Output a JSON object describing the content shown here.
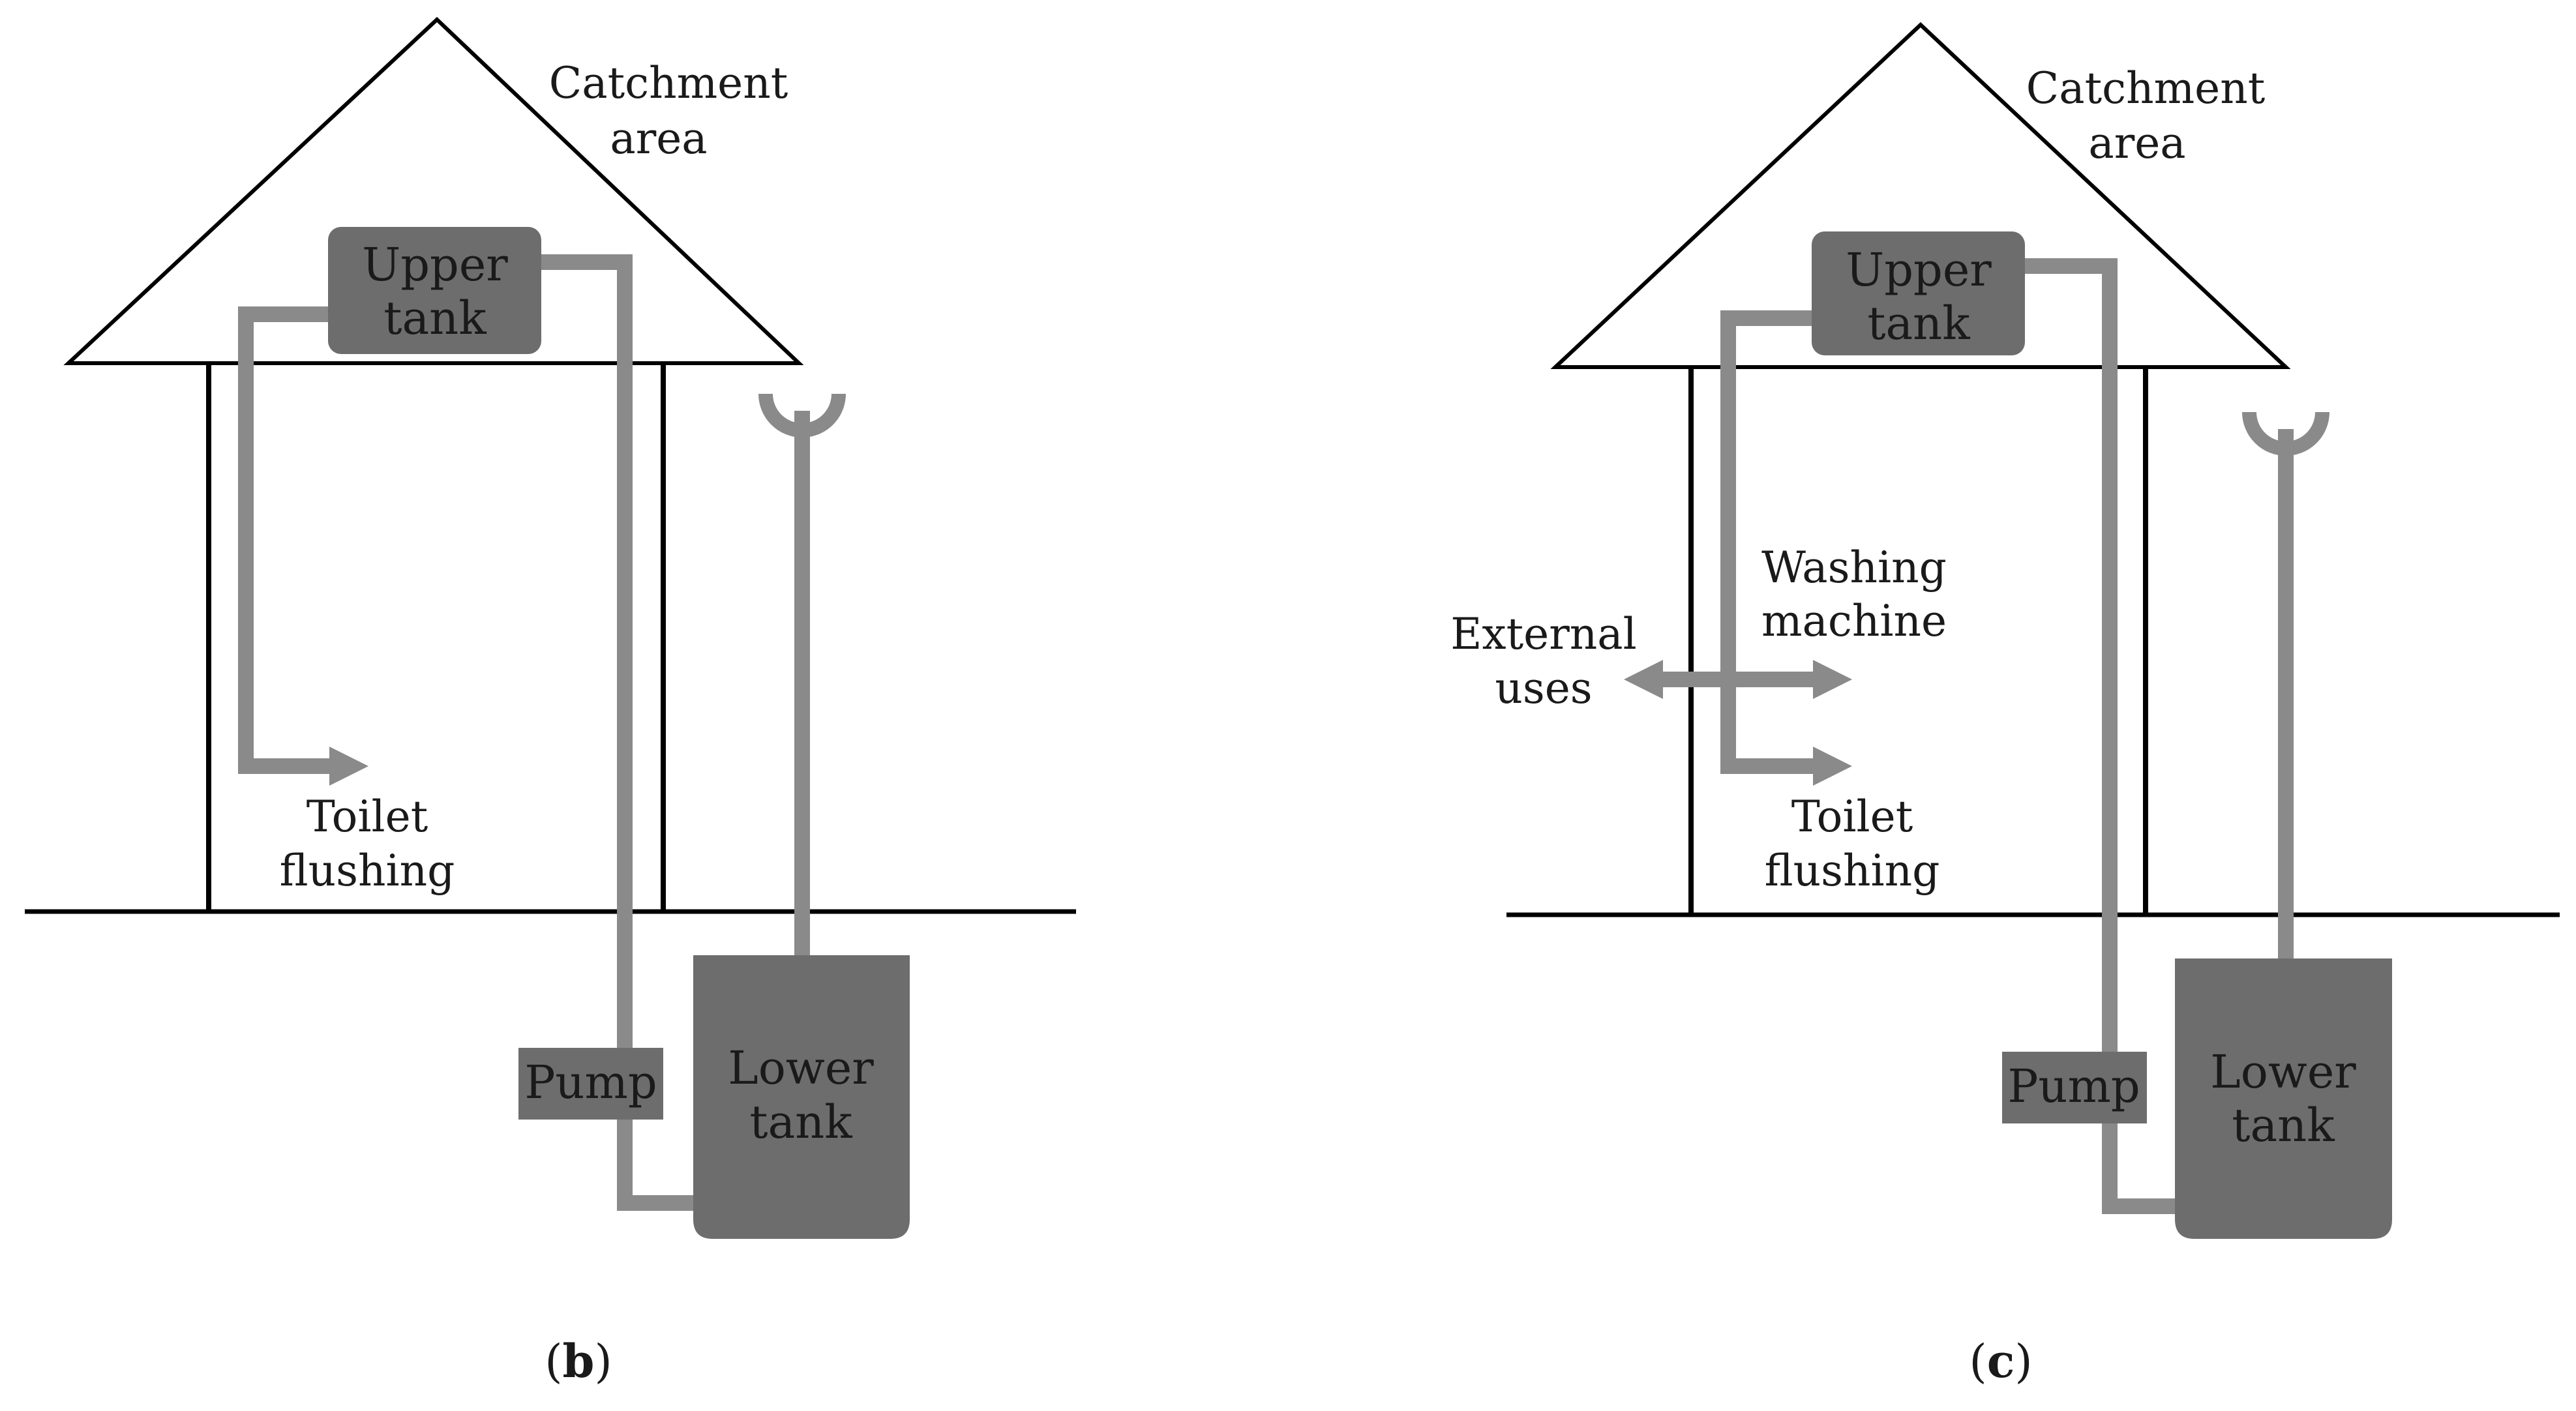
{
  "colors": {
    "pipe": "#8a8a8a",
    "tank": "#6d6d6d",
    "line": "#000000",
    "background": "#ffffff"
  },
  "panel_b": {
    "catchment_label": [
      "Catchment",
      "area"
    ],
    "upper_tank_label": [
      "Upper",
      "tank"
    ],
    "lower_tank_label": [
      "Lower",
      "tank"
    ],
    "pump_label": "Pump",
    "toilet_label": [
      "Toilet",
      "flushing"
    ],
    "caption": {
      "open": "(",
      "letter": "b",
      "close": ")"
    }
  },
  "panel_c": {
    "catchment_label": [
      "Catchment",
      "area"
    ],
    "upper_tank_label": [
      "Upper",
      "tank"
    ],
    "lower_tank_label": [
      "Lower",
      "tank"
    ],
    "pump_label": "Pump",
    "toilet_label": [
      "Toilet",
      "flushing"
    ],
    "washing_label": [
      "Washing",
      "machine"
    ],
    "external_label": [
      "External",
      "uses"
    ],
    "caption": {
      "open": "(",
      "letter": "c",
      "close": ")"
    }
  }
}
